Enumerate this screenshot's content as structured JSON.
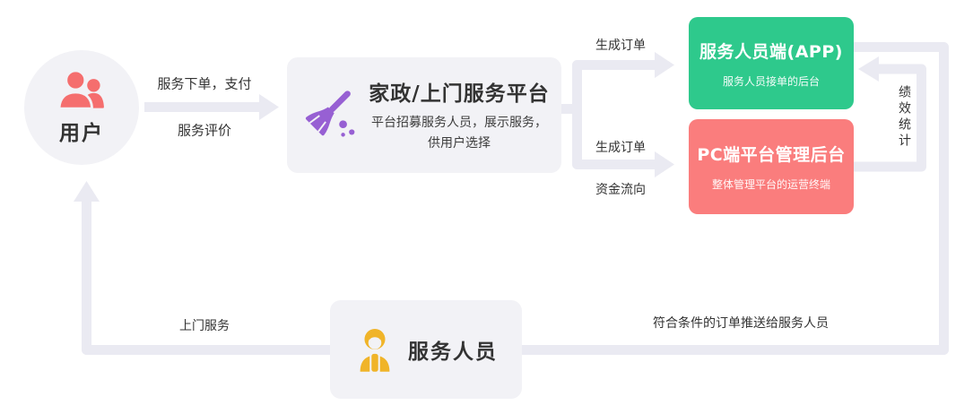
{
  "diagram": {
    "user": {
      "label": "用户",
      "icon": "two-users-icon",
      "accent": "#f56e6e"
    },
    "edge_user_platform": {
      "top_label": "服务下单，支付",
      "bottom_label": "服务评价"
    },
    "platform": {
      "title": "家政/上门服务平台",
      "subtitle_line1": "平台招募服务人员，展示服务，",
      "subtitle_line2": "供用户选择",
      "icon": "broom-icon",
      "accent": "#9760d3"
    },
    "edge_platform_app": {
      "label": "生成订单"
    },
    "edge_platform_pc": {
      "top_label": "生成订单",
      "bottom_label": "资金流向"
    },
    "app_backend": {
      "title": "服务人员端(APP)",
      "subtitle": "服务人员接单的后台",
      "bg": "#2ec98c"
    },
    "pc_backend": {
      "title": "PC端平台管理后台",
      "subtitle": "整体管理平台的运营终端",
      "bg": "#fa7d7d"
    },
    "edge_pc_app": {
      "label": "绩效统计"
    },
    "staff": {
      "label": "服务人员",
      "icon": "worker-icon",
      "accent": "#f0b429"
    },
    "edge_staff_user": {
      "label": "上门服务"
    },
    "edge_app_staff": {
      "label": "符合条件的订单推送给服务人员"
    },
    "colors": {
      "node_bg": "#f2f2f6",
      "connector": "#eaeaf2",
      "text": "#333333"
    }
  }
}
